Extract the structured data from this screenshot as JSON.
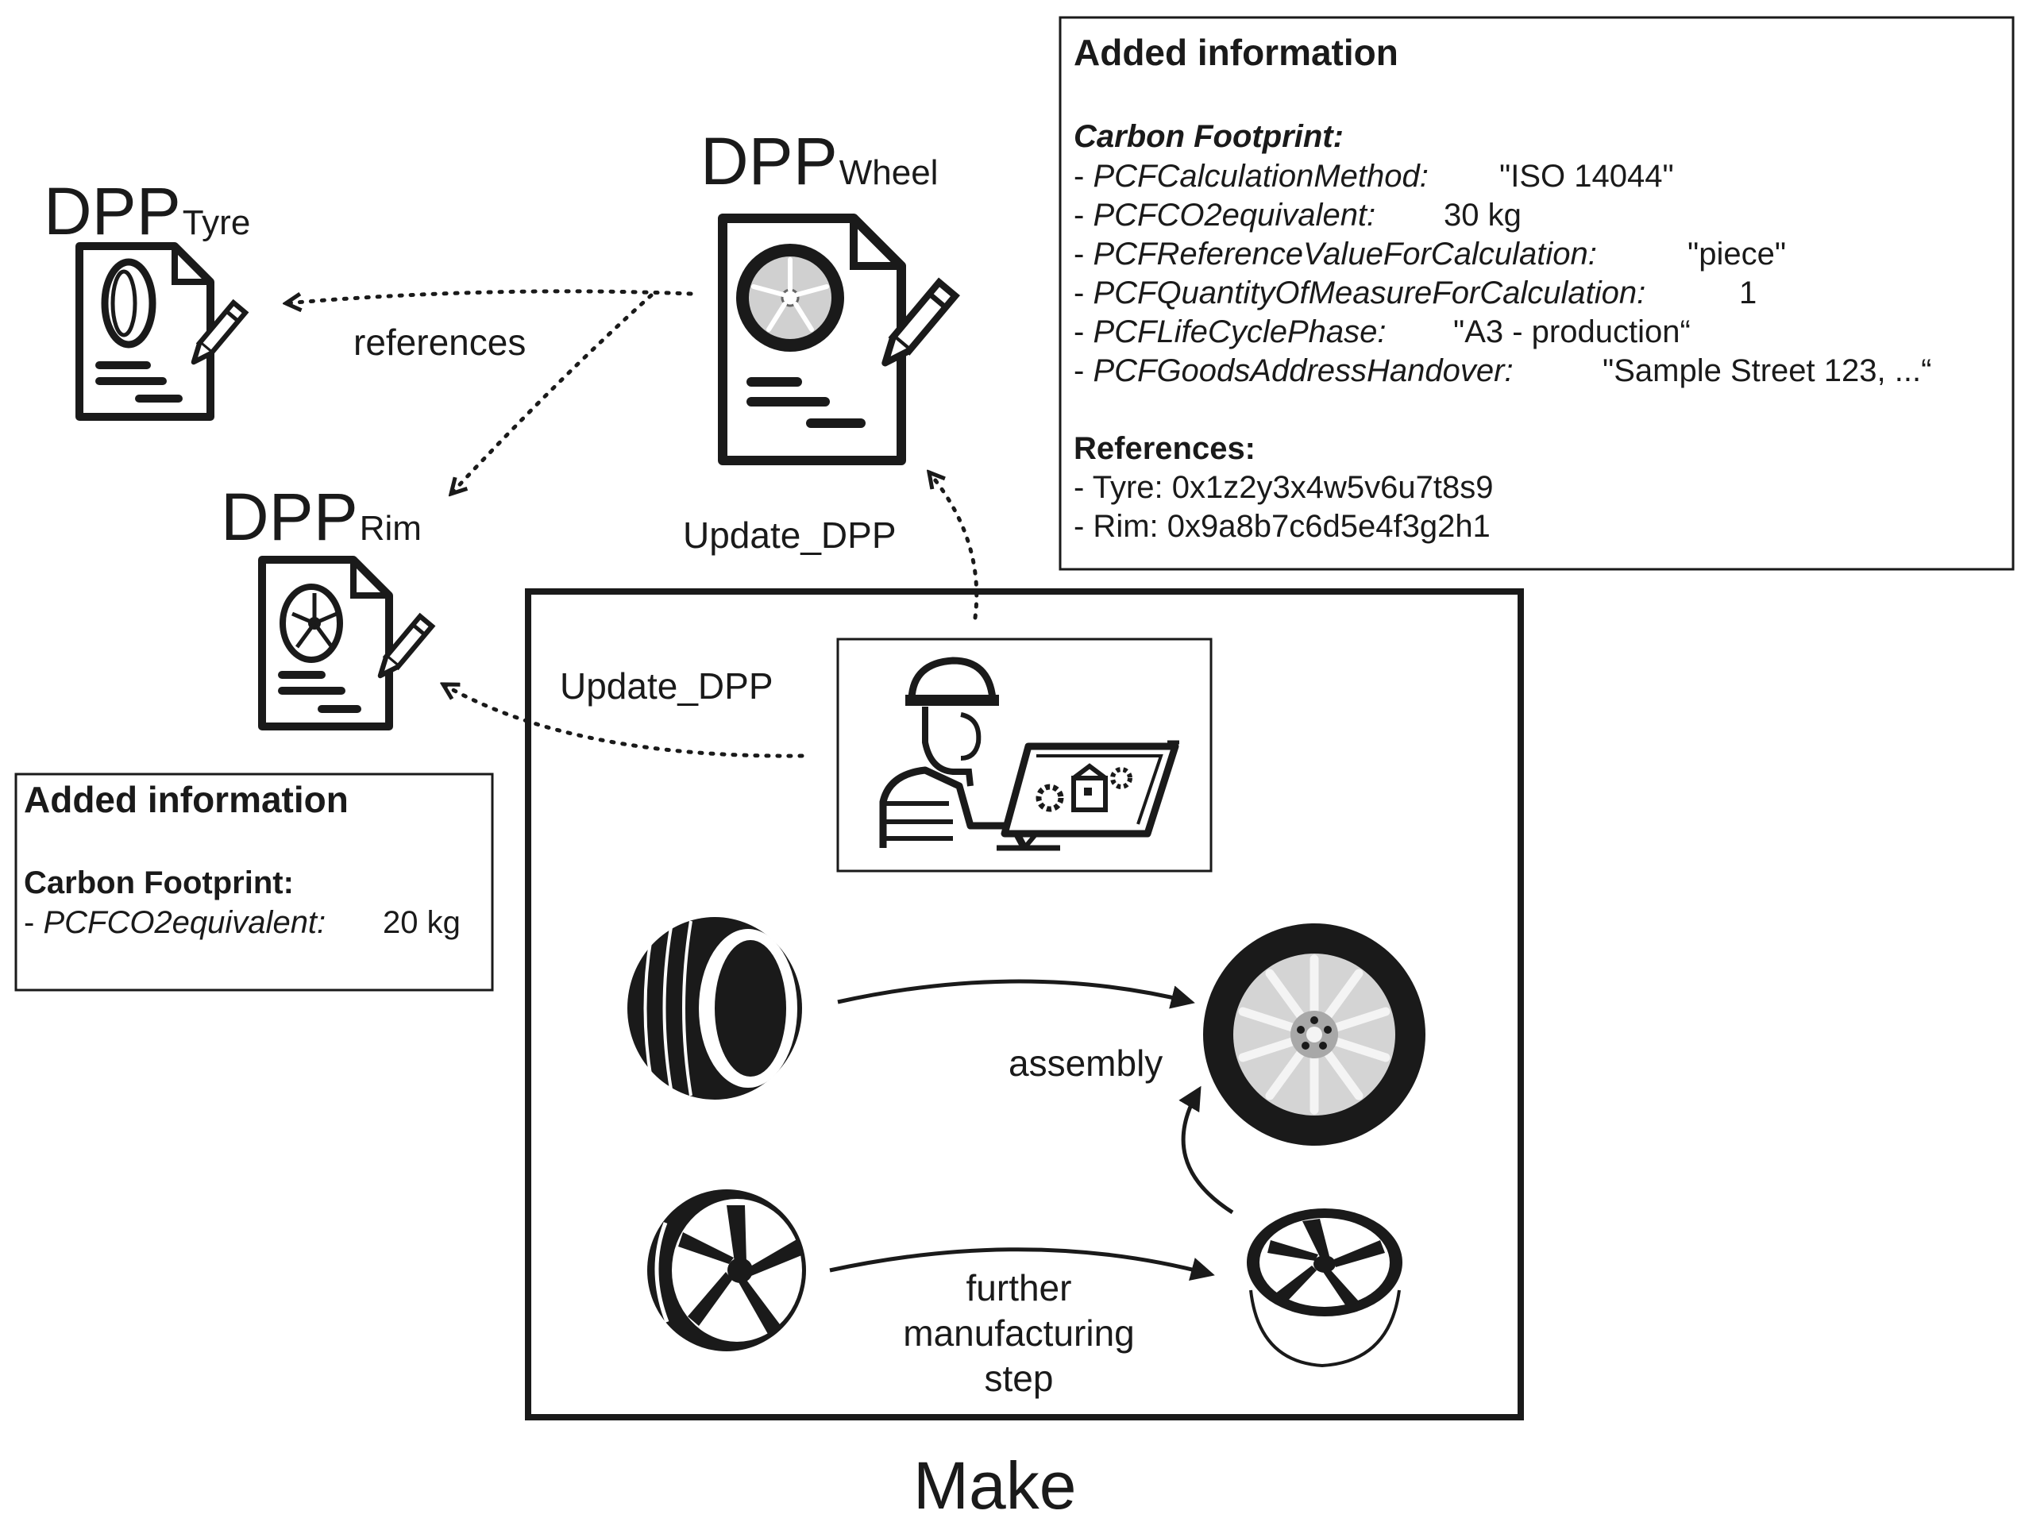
{
  "dpp_prefix": "DPP",
  "dpp_tyre": {
    "subscript": "Tyre"
  },
  "dpp_wheel": {
    "subscript": "Wheel"
  },
  "dpp_rim": {
    "subscript": "Rim"
  },
  "edge_labels": {
    "references": "references",
    "update_wheel": "Update_DPP",
    "update_rim": "Update_DPP",
    "assembly": "assembly",
    "further_1": "further",
    "further_2": "manufacturing",
    "further_3": "step"
  },
  "make_label": "Make",
  "wheel_info": {
    "title": "Added information",
    "carbon_heading": "Carbon Footprint:",
    "rows": [
      {
        "dash": "- ",
        "key": "PCFCalculationMethod:",
        "value": "\"ISO 14044\""
      },
      {
        "dash": "- ",
        "key": "PCFCO2equivalent:",
        "value": "30 kg"
      },
      {
        "dash": "- ",
        "key": "PCFReferenceValueForCalculation:",
        "value": "\"piece\""
      },
      {
        "dash": "- ",
        "key": "PCFQuantityOfMeasureForCalculation:",
        "value": "1"
      },
      {
        "dash": "- ",
        "key": "PCFLifeCyclePhase:",
        "value": "\"A3 - production“"
      },
      {
        "dash": "- ",
        "key": "PCFGoodsAddressHandover:",
        "value": "\"Sample Street 123, ...“"
      }
    ],
    "references_heading": "References:",
    "references": [
      "- Tyre: 0x1z2y3x4w5v6u7t8s9",
      "- Rim: 0x9a8b7c6d5e4f3g2h1"
    ]
  },
  "rim_info": {
    "title": "Added information",
    "carbon_heading": "Carbon Footprint:",
    "row": {
      "dash": "- ",
      "key": "PCFCO2equivalent:",
      "value": "20 kg"
    }
  },
  "icons": {
    "doc_tyre": "document-pencil-tyre-icon",
    "doc_wheel": "document-pencil-wheel-icon",
    "doc_rim": "document-pencil-rim-icon",
    "worker": "worker-computer-icon",
    "tyre": "tyre-icon",
    "rim": "rim-icon",
    "wheel": "wheel-icon",
    "rim_processed": "rim-processed-icon"
  },
  "colors": {
    "ink": "#1a1a1a",
    "rim_light": "#d4d4d4",
    "rim_mid": "#a8a8a8"
  }
}
